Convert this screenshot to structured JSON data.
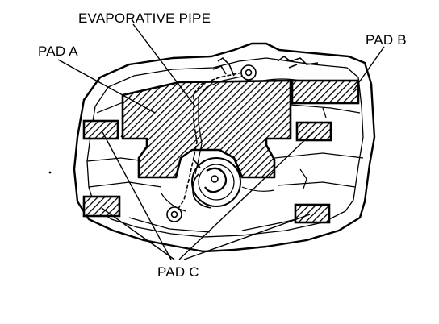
{
  "labels": {
    "evaporative_pipe": "EVAPORATIVE PIPE",
    "pad_a": "PAD A",
    "pad_b": "PAD B",
    "pad_c": "PAD C"
  },
  "colors": {
    "ink": "#000000",
    "background": "#ffffff"
  }
}
